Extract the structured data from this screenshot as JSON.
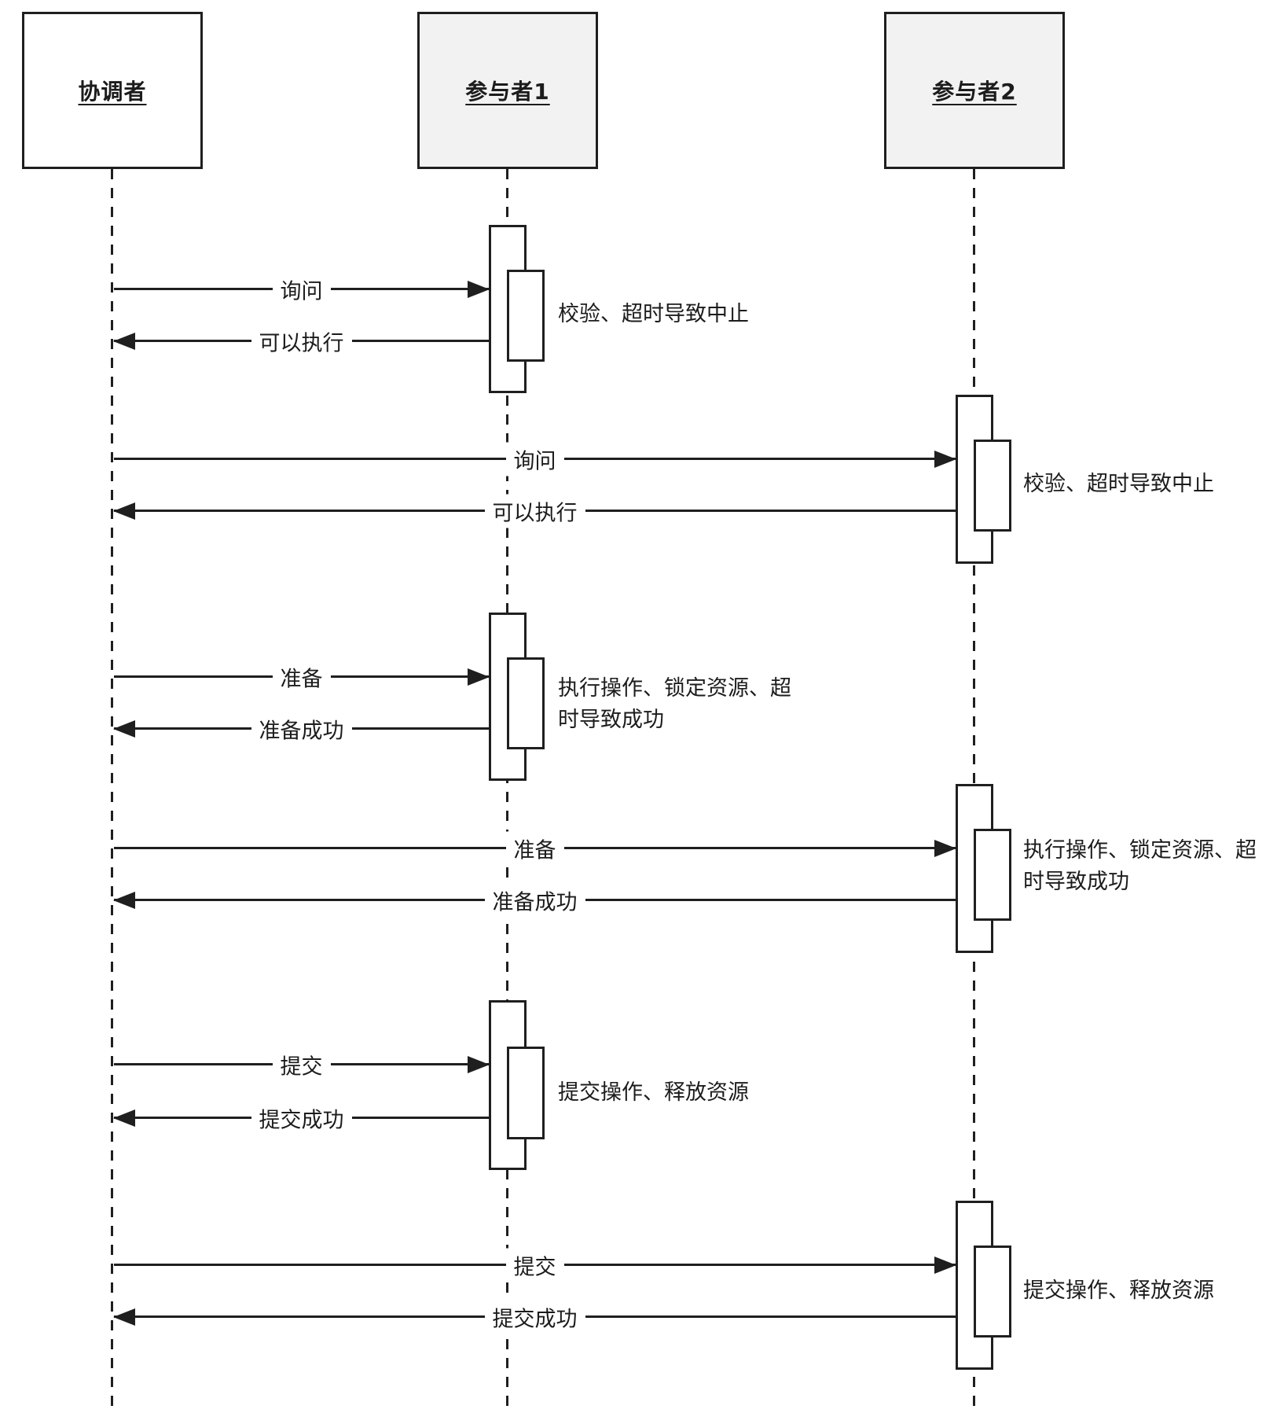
{
  "colors": {
    "stroke": "#1f1f1f",
    "coordinator_fill": "#ffffff",
    "participant_fill": "#f2f2f2"
  },
  "actors": [
    {
      "label": "协调者"
    },
    {
      "label": "参与者1"
    },
    {
      "label": "参与者2"
    }
  ],
  "exchanges": [
    {
      "request": "询问",
      "reply": "可以执行",
      "note": "校验、超时导致中止"
    },
    {
      "request": "询问",
      "reply": "可以执行",
      "note": "校验、超时导致中止"
    },
    {
      "request": "准备",
      "reply": "准备成功",
      "note": "执行操作、锁定资源、超\n时导致成功"
    },
    {
      "request": "准备",
      "reply": "准备成功",
      "note": "执行操作、锁定资源、超\n时导致成功"
    },
    {
      "request": "提交",
      "reply": "提交成功",
      "note": "提交操作、释放资源"
    },
    {
      "request": "提交",
      "reply": "提交成功",
      "note": "提交操作、释放资源"
    }
  ]
}
